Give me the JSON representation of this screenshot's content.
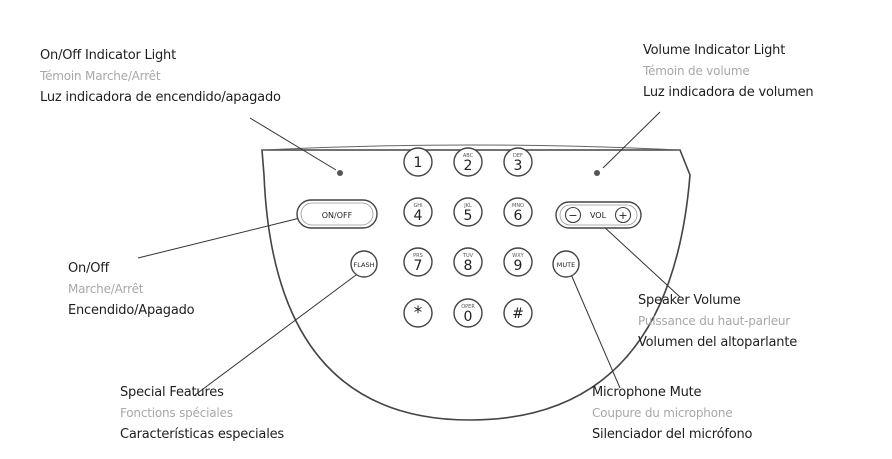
{
  "callouts": {
    "onoff_light": {
      "en": "On/Off Indicator Light",
      "fr": "Témoin Marche/Arrêt",
      "es": "Luz indicadora de encendido/apagado"
    },
    "volume_light": {
      "en": "Volume Indicator Light",
      "fr": "Témoin de volume",
      "es": "Luz indicadora de volumen"
    },
    "onoff": {
      "en": "On/Off",
      "fr": "Marche/Arrêt",
      "es": "Encendido/Apagado"
    },
    "speaker_volume": {
      "en": "Speaker Volume",
      "fr": "Puissance du haut-parleur",
      "es": "Volumen del altoparlante"
    },
    "special_features": {
      "en": "Special Features",
      "fr": "Fonctions spéciales",
      "es": "Características especiales"
    },
    "mic_mute": {
      "en": "Microphone Mute",
      "fr": "Coupure du microphone",
      "es": "Silenciador del micrófono"
    }
  },
  "buttons": {
    "onoff": "ON/OFF",
    "flash": "FLASH",
    "mute": "MUTE",
    "vol": "VOL",
    "vol_minus": "−",
    "vol_plus": "+"
  },
  "keys": [
    {
      "digit": "1",
      "letters": ""
    },
    {
      "digit": "2",
      "letters": "ABC"
    },
    {
      "digit": "3",
      "letters": "DEF"
    },
    {
      "digit": "4",
      "letters": "GHI"
    },
    {
      "digit": "5",
      "letters": "JKL"
    },
    {
      "digit": "6",
      "letters": "MNO"
    },
    {
      "digit": "7",
      "letters": "PRS"
    },
    {
      "digit": "8",
      "letters": "TUV"
    },
    {
      "digit": "9",
      "letters": "WXY"
    },
    {
      "digit": "*",
      "letters": ""
    },
    {
      "digit": "0",
      "letters": "OPER"
    },
    {
      "digit": "#",
      "letters": ""
    }
  ]
}
